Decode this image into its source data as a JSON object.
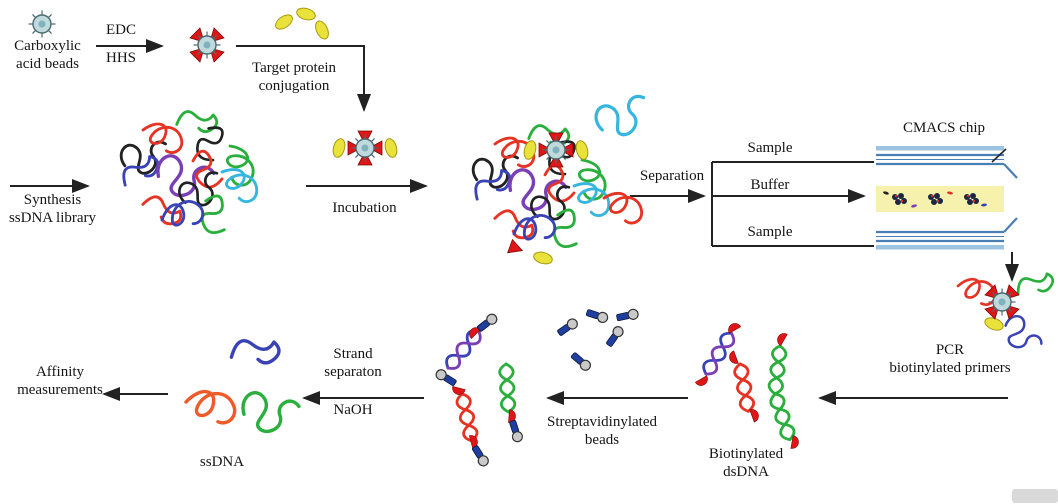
{
  "figure": {
    "labels": {
      "carboxylic_beads": "Carboxylic\nacid beads",
      "edc": "EDC",
      "hhs": "HHS",
      "target_protein": "Target protein\nconjugation",
      "synthesis": "Synthesis\nssDNA library",
      "incubation": "Incubation",
      "separation": "Separation",
      "sample_top": "Sample",
      "buffer": "Buffer",
      "sample_bottom": "Sample",
      "cmacs_chip": "CMACS chip",
      "pcr": "PCR\nbiotinylated primers",
      "biotinylated_dsdna": "Biotinylated\ndsDNA",
      "streptavidinylated_beads": "Streptavidinylated\nbeads",
      "strand_separation": "Strand\nseparaton",
      "naoh": "NaOH",
      "ssdna": "ssDNA",
      "affinity": "Affinity\nmeasurements"
    },
    "icons": {
      "bead": "circle-with-spokes",
      "activation-group": "red-triangle",
      "target-protein": "yellow-ellipse",
      "dna-strand": "colored-squiggle",
      "dsdna": "double-helix",
      "biotin": "red-semicircle",
      "streptavidin-bead": "blue-rod-with-gray-ball",
      "chip": "layered-microfluidic-channel"
    },
    "colors": {
      "ink": "#151515",
      "arrow": "#222222",
      "red": "#e63323",
      "green": "#2aaf3c",
      "blue": "#3a43b5",
      "purple": "#7b3fb5",
      "black": "#222222",
      "cyan": "#35b6e0",
      "orange": "#f05a28",
      "beadFill": "#bfd9dc",
      "beadEdge": "#4a6a72",
      "beadCore": "#7fb2bc",
      "triangle": "#e01616",
      "triangleEdge": "#7a0b0b",
      "protein": "#e8e23a",
      "proteinEdge": "#a89a10",
      "chipWall": "#4a7fb5",
      "chipBand": "#9cc3e0",
      "channel": "#f6f2ad",
      "strepRect": "#1f3f9e",
      "strepBall": "#c9c9c9",
      "strepBallEdge": "#333333",
      "biotin": "#e01616"
    }
  }
}
